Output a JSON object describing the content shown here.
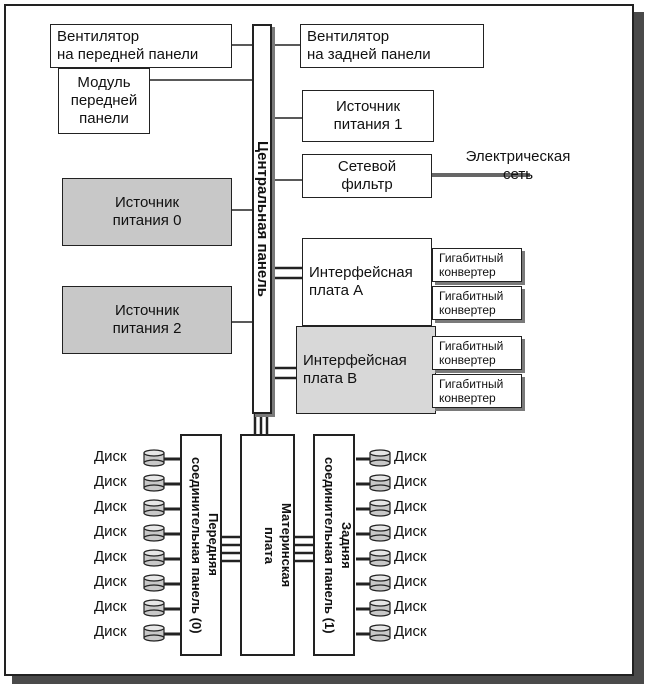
{
  "fan_front": "Вентилятор\nна передней панели",
  "fan_rear": "Вентилятор\nна задней панели",
  "front_panel_module": "Модуль\nпередней\nпанели",
  "psu_1": "Источник\nпитания 1",
  "network_filter": "Сетевой\nфильтр",
  "mains": "Электрическая\nсеть",
  "psu_0": "Источник\nпитания 0",
  "psu_2": "Источник\nпитания 2",
  "central_panel": "Центральная панель",
  "interface_a": "Интерфейсная\nплата A",
  "interface_b": "Интерфейсная\nплата B",
  "gbic": "Гигабитный\nконвертер",
  "front_backplane": "Передняя\nсоединительная панель (0)",
  "rear_backplane": "Задняя\nсоединительная панель (1)",
  "motherboard": "Материнская\nплата",
  "disk": "Диск"
}
